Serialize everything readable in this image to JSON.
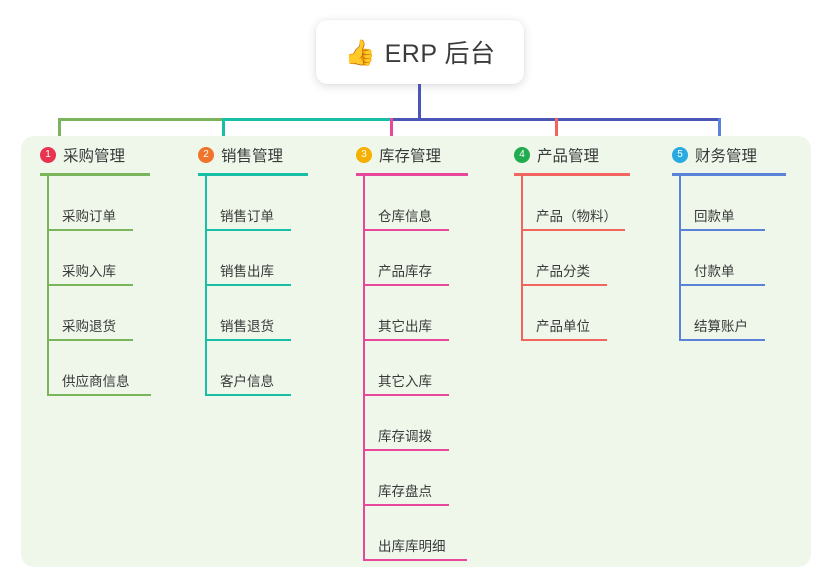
{
  "root": {
    "icon": "thumbs-up-icon",
    "icon_glyph": "👍",
    "title": "ERP 后台"
  },
  "palette": {
    "panel_bg": "#eef7e9",
    "trunk": "#4b55b5",
    "bus_left": "#7ab55c",
    "bus_mid": "#16bfa5",
    "bus_right": "#4b55b5",
    "text": "#3a3a3a"
  },
  "columns": [
    {
      "index": "1",
      "badge_color": "#e8344e",
      "accent": "#7ab55c",
      "title": "采购管理",
      "items": [
        "采购订单",
        "采购入库",
        "采购退货",
        "供应商信息"
      ]
    },
    {
      "index": "2",
      "badge_color": "#f0742c",
      "accent": "#16bfa5",
      "title": "销售管理",
      "items": [
        "销售订单",
        "销售出库",
        "销售退货",
        "客户信息"
      ]
    },
    {
      "index": "3",
      "badge_color": "#f5b000",
      "accent": "#e8479c",
      "title": "库存管理",
      "items": [
        "仓库信息",
        "产品库存",
        "其它出库",
        "其它入库",
        "库存调拨",
        "库存盘点",
        "出库库明细"
      ]
    },
    {
      "index": "4",
      "badge_color": "#22ac50",
      "accent": "#f2655f",
      "title": "产品管理",
      "items": [
        "产品（物料）",
        "产品分类",
        "产品单位"
      ]
    },
    {
      "index": "5",
      "badge_color": "#29abe2",
      "accent": "#5b82d9",
      "title": "财务管理",
      "items": [
        "回款单",
        "付款单",
        "结算账户"
      ]
    }
  ]
}
